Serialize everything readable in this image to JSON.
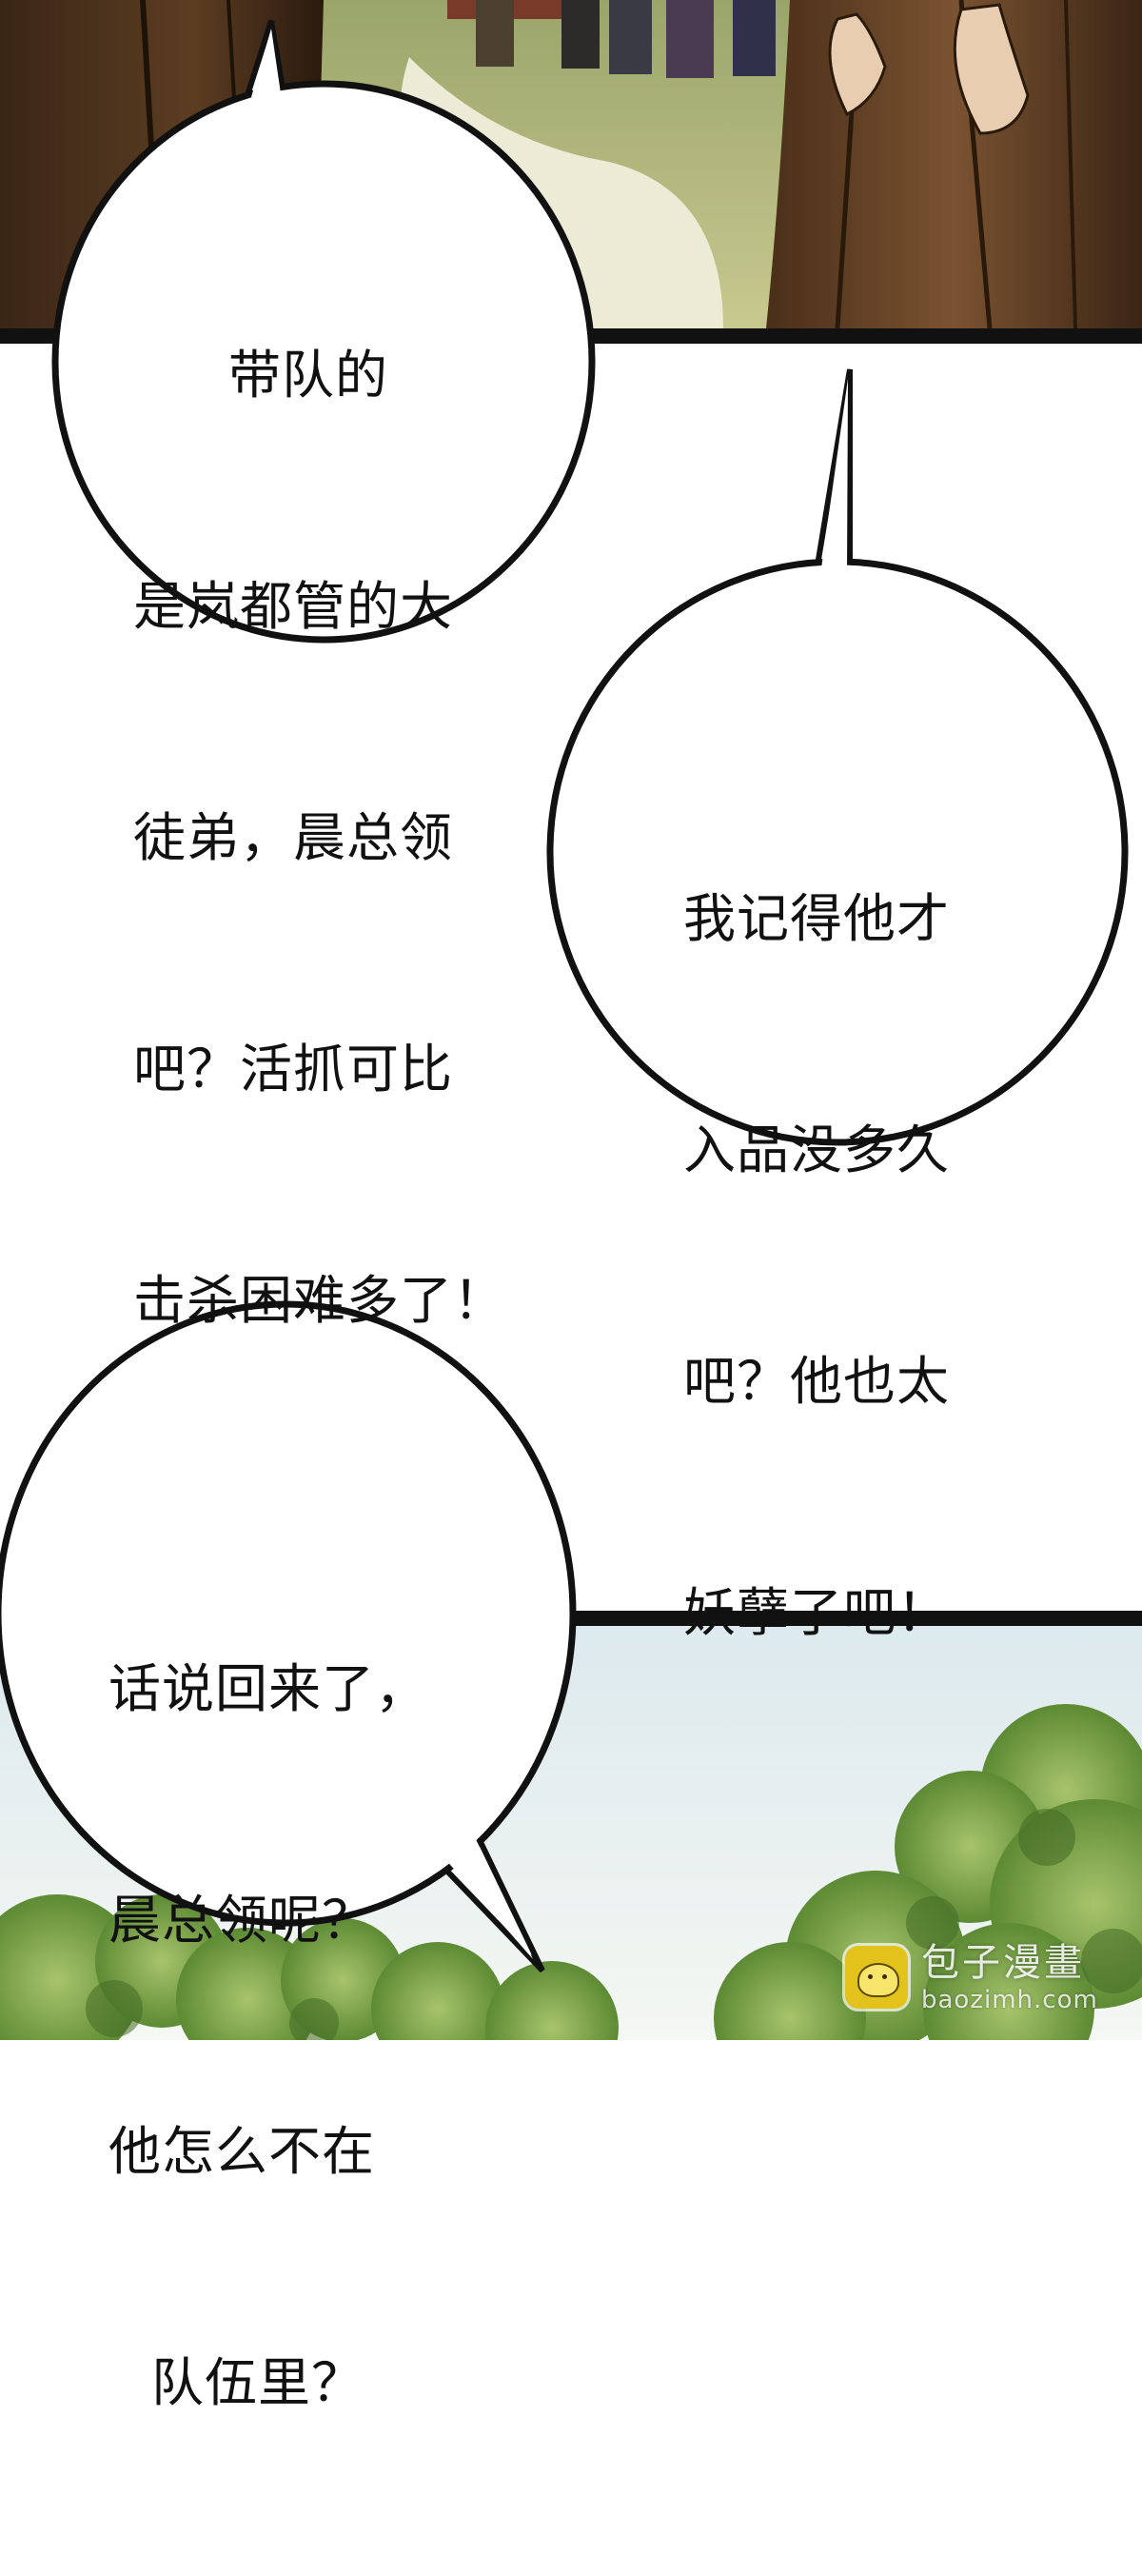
{
  "bubbles": {
    "top_left": {
      "lines": [
        "带队的",
        "是岚都管的大",
        "徒弟，晨总领",
        "吧？活抓可比",
        "击杀困难多了！"
      ]
    },
    "middle_right": {
      "lines": [
        "我记得他才",
        "入品没多久",
        "吧？他也太",
        "妖孽了吧！"
      ]
    },
    "bottom_left": {
      "lines": [
        "话说回来了，",
        "晨总领呢？",
        "他怎么不在",
        "队伍里？"
      ]
    }
  },
  "watermark": {
    "title": "包子漫畫",
    "url": "baozimh.com",
    "icon": "bun-mascot-icon"
  },
  "colors": {
    "ink": "#111111",
    "robe_brown": "#6b4a2b",
    "foliage_green": "#6f9a3e",
    "sky": "#e9f1f3"
  }
}
